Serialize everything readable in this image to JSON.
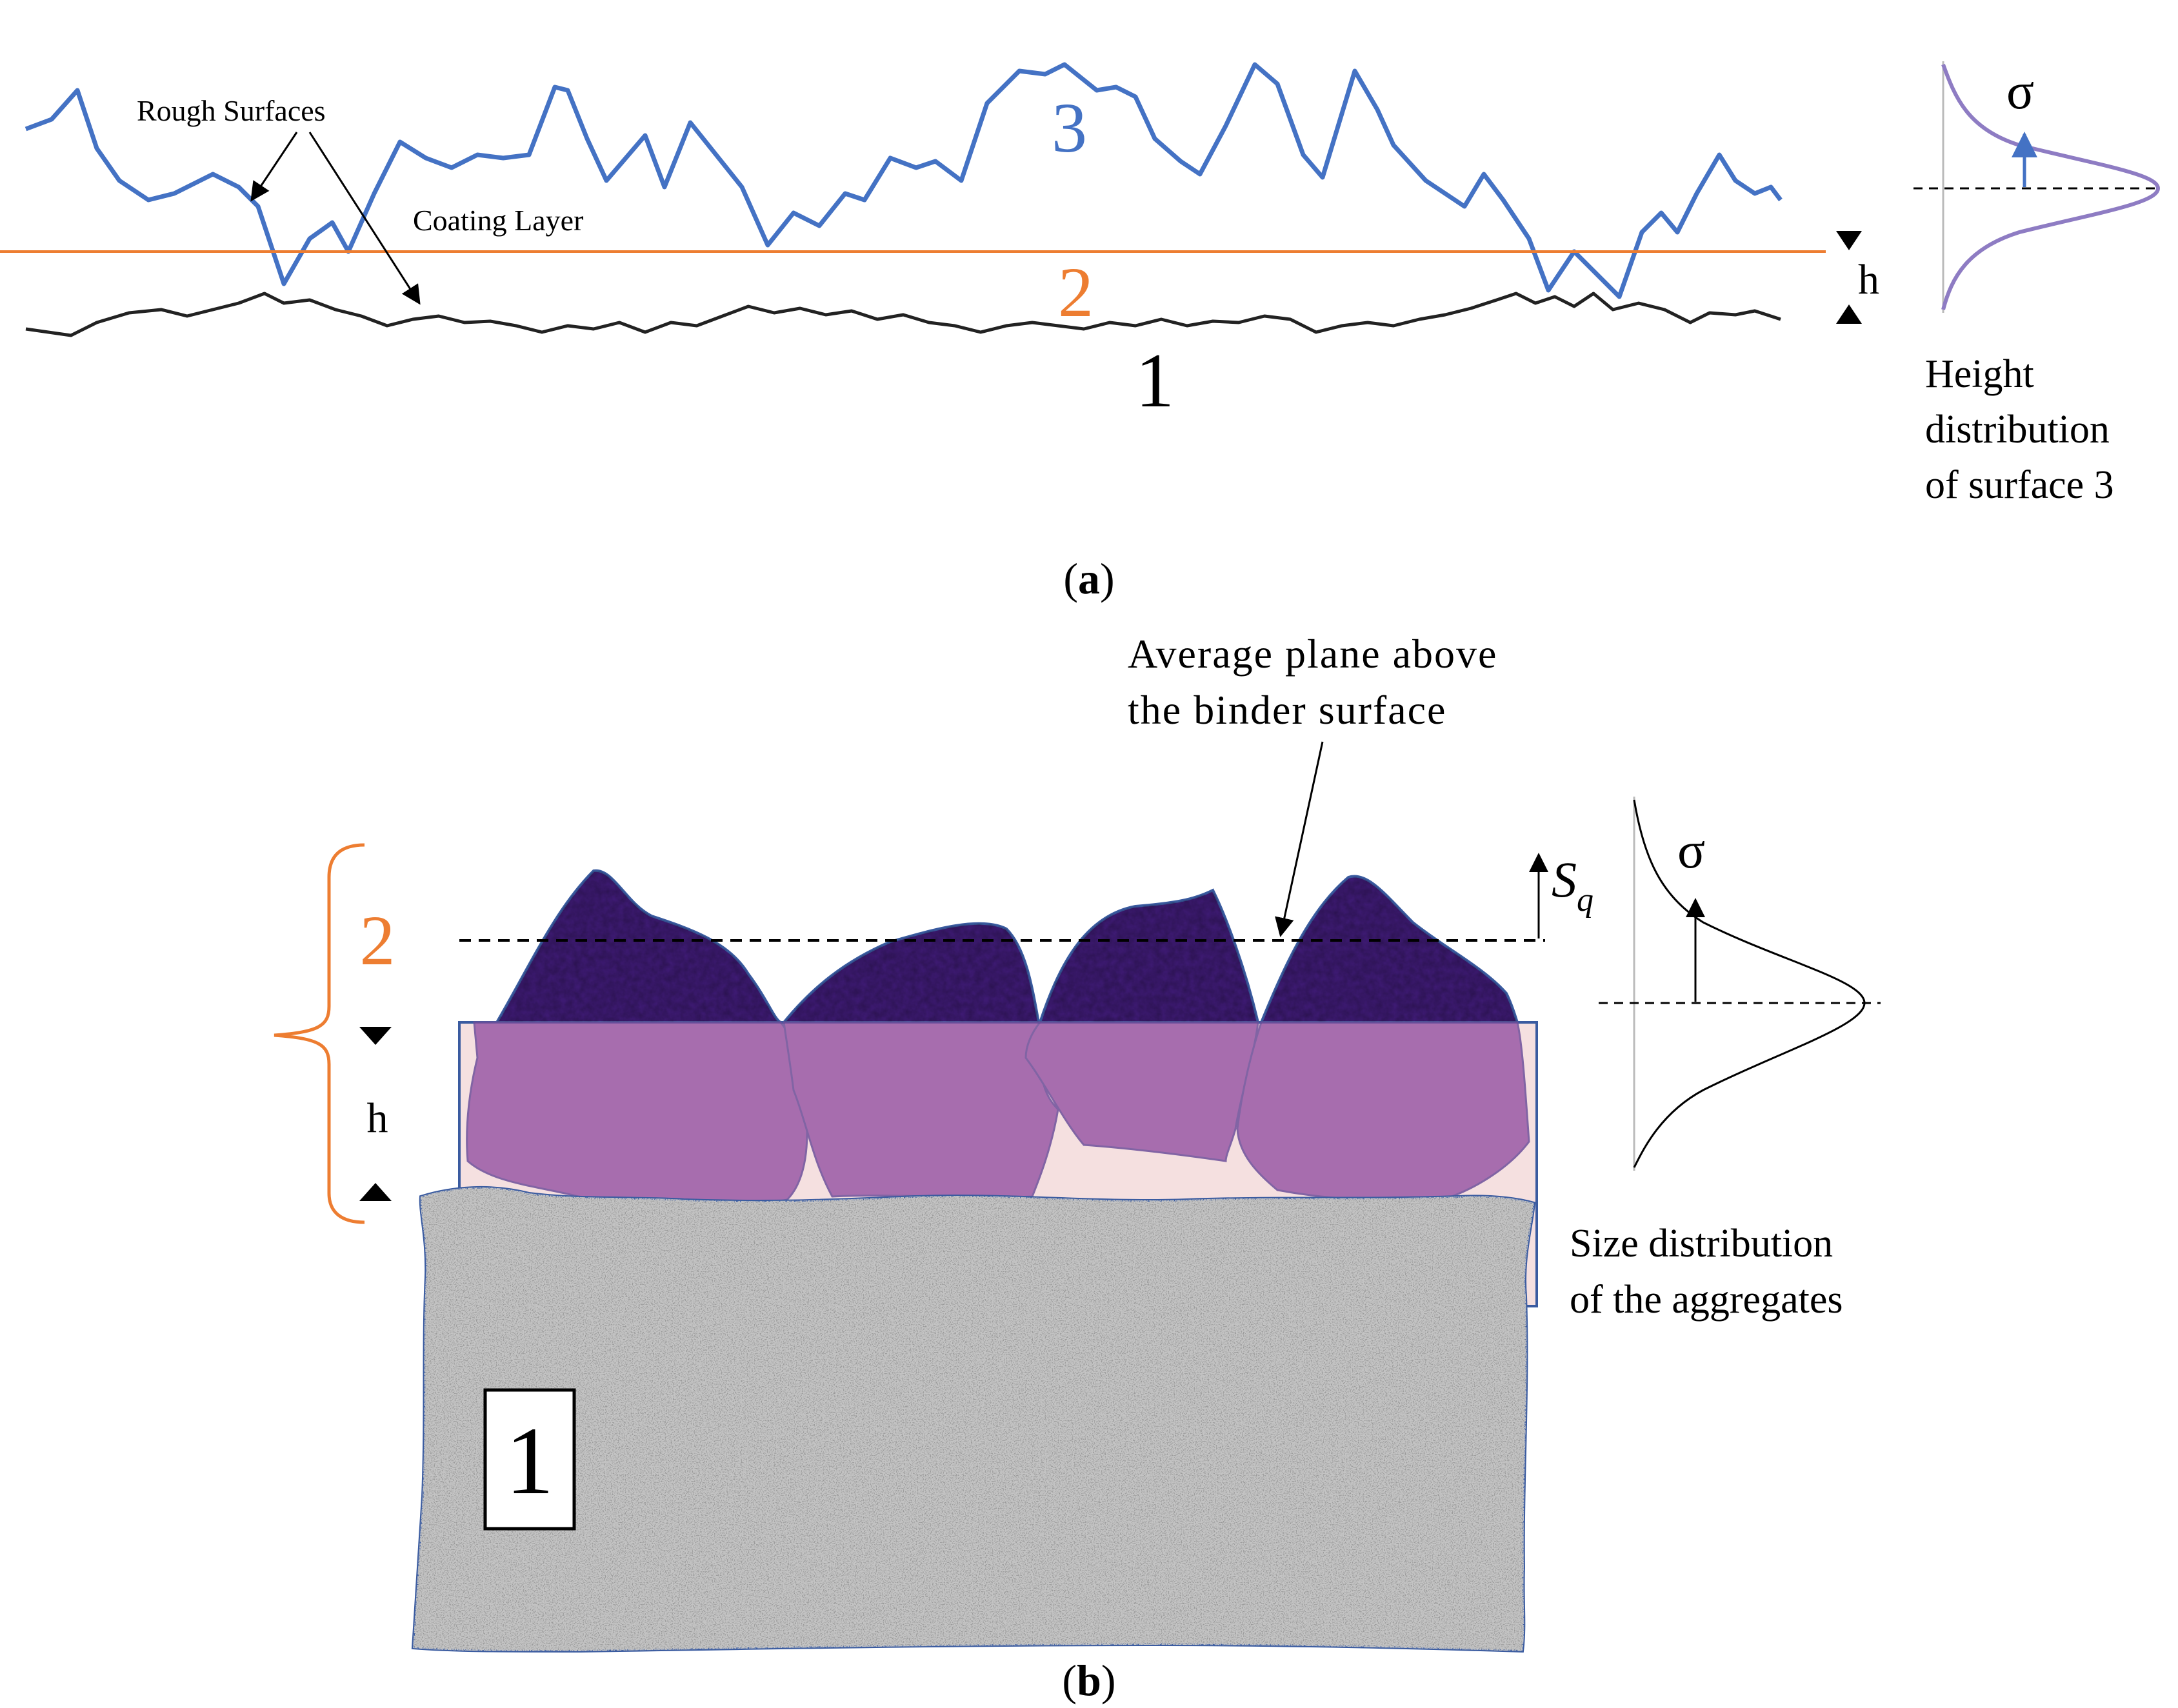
{
  "panel_a": {
    "labels": {
      "rough_surfaces": "Rough Surfaces",
      "coating_layer": "Coating Layer",
      "surface_3": "3",
      "surface_2": "2",
      "surface_1": "1",
      "h": "h",
      "sigma": "σ",
      "caption_line1": "Height",
      "caption_line2": "distribution",
      "caption_line3": "of surface 3"
    },
    "caption_open": "(",
    "caption_letter": "a",
    "caption_close": ")",
    "colors": {
      "surface_3": "#4472c4",
      "coating_line": "#ed7d31",
      "surface_1": "#222222",
      "label_3": "#4472c4",
      "label_2": "#ed7d31",
      "distribution_curve": "#8e7cc3"
    }
  },
  "panel_b": {
    "labels": {
      "average_plane_line1": "Average plane above",
      "average_plane_line2": "the binder surface",
      "sq_S": "S",
      "sq_q": "q",
      "sigma": "σ",
      "layer_2": "2",
      "h": "h",
      "substrate_1": "1",
      "size_line1": "Size distribution",
      "size_line2": "of the aggregates"
    },
    "caption_open": "(",
    "caption_letter": "b",
    "caption_close": ")",
    "colors": {
      "aggregate_exposed": "#3d1a72",
      "aggregate_embedded": "#9a5aa6",
      "binder": "#f5e0e0",
      "substrate": "#9a9a9a",
      "brace": "#ed7d31",
      "outline": "#3a5ba0"
    }
  }
}
